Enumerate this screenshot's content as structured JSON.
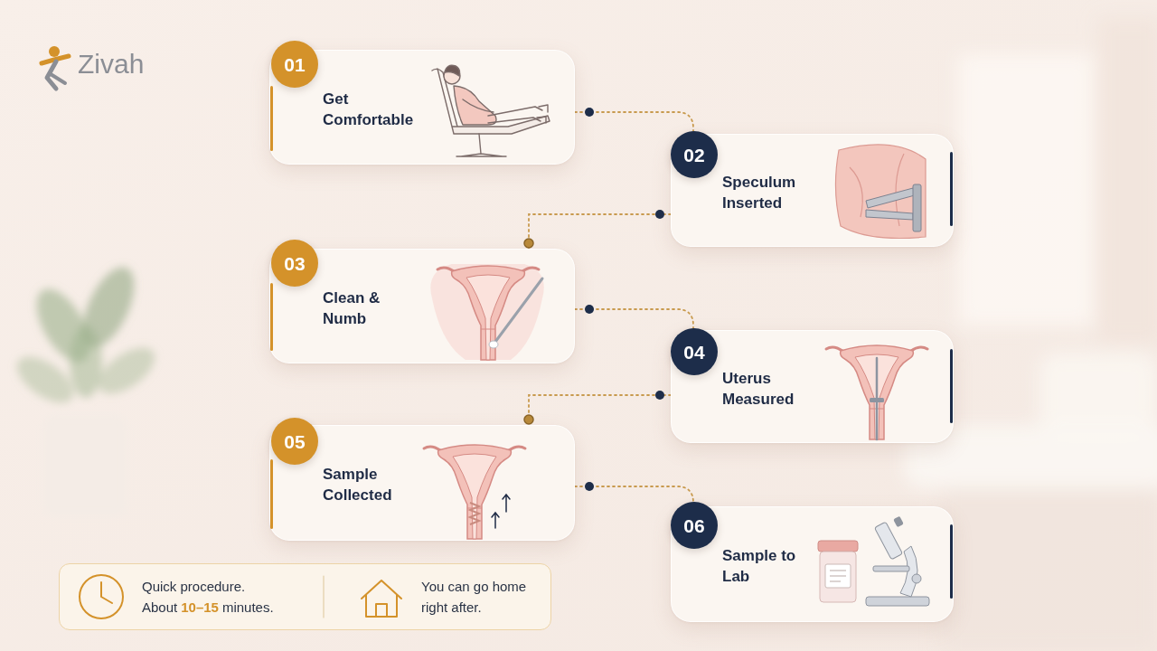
{
  "diagram": {
    "nodes": [
      {
        "text": [
          "Get Comfortable"
        ]
      },
      {
        "text": [
          "01"
        ],
        "in": 0
      },
      {
        "text": [
          "Speculum Inserted"
        ]
      },
      {
        "text": [
          "02"
        ],
        "in": 2
      },
      {
        "text": [
          "Clean & Numb"
        ]
      },
      {
        "text": [
          "03"
        ],
        "in": 4
      },
      {
        "text": [
          "Uterus Measured"
        ]
      },
      {
        "text": [
          "04"
        ],
        "in": 6
      },
      {
        "text": [
          "Sample Collected"
        ]
      },
      {
        "text": [
          "05"
        ],
        "in": 8
      },
      {
        "text": [
          "Sample to Lab"
        ]
      },
      {
        "text": [
          "06"
        ],
        "in": 10
      },
      {
        "text": [
          "Quick procedure.",
          "About",
          "10–15",
          "minutes.",
          "You can go home right after."
        ]
      }
    ],
    "edges": [
      {
        "from": 0,
        "to": 2,
        "arrow": "none"
      },
      {
        "from": 2,
        "to": 4,
        "arrow": "none"
      },
      {
        "from": 4,
        "to": 6,
        "arrow": "none"
      },
      {
        "from": 6,
        "to": 8,
        "arrow": "none"
      },
      {
        "from": 8,
        "to": 10,
        "arrow": "none"
      }
    ],
    "labels": [
      "Zivah"
    ]
  }
}
